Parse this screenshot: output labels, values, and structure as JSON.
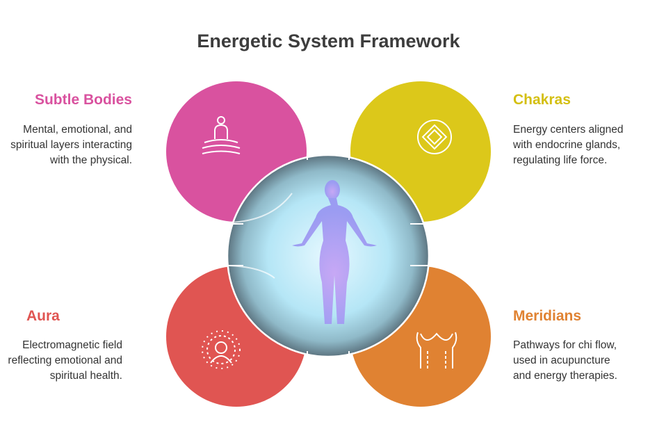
{
  "title": "Energetic System Framework",
  "sections": [
    {
      "title": "Subtle Bodies",
      "text": "Mental, emotional, and spiritual layers interacting with the physical.",
      "color": "#d9529f",
      "icon": "meditation-icon"
    },
    {
      "title": "Chakras",
      "text": "Energy centers aligned with endocrine glands, regulating life force.",
      "color": "#dcc81a",
      "icon": "chakra-icon"
    },
    {
      "title": "Aura",
      "text": "Electromagnetic field reflecting emotional and spiritual health.",
      "color": "#e05552",
      "icon": "aura-person-icon"
    },
    {
      "title": "Meridians",
      "text": "Pathways for chi flow, used in acupuncture and energy therapies.",
      "color": "#e08232",
      "icon": "meridians-body-icon"
    }
  ]
}
